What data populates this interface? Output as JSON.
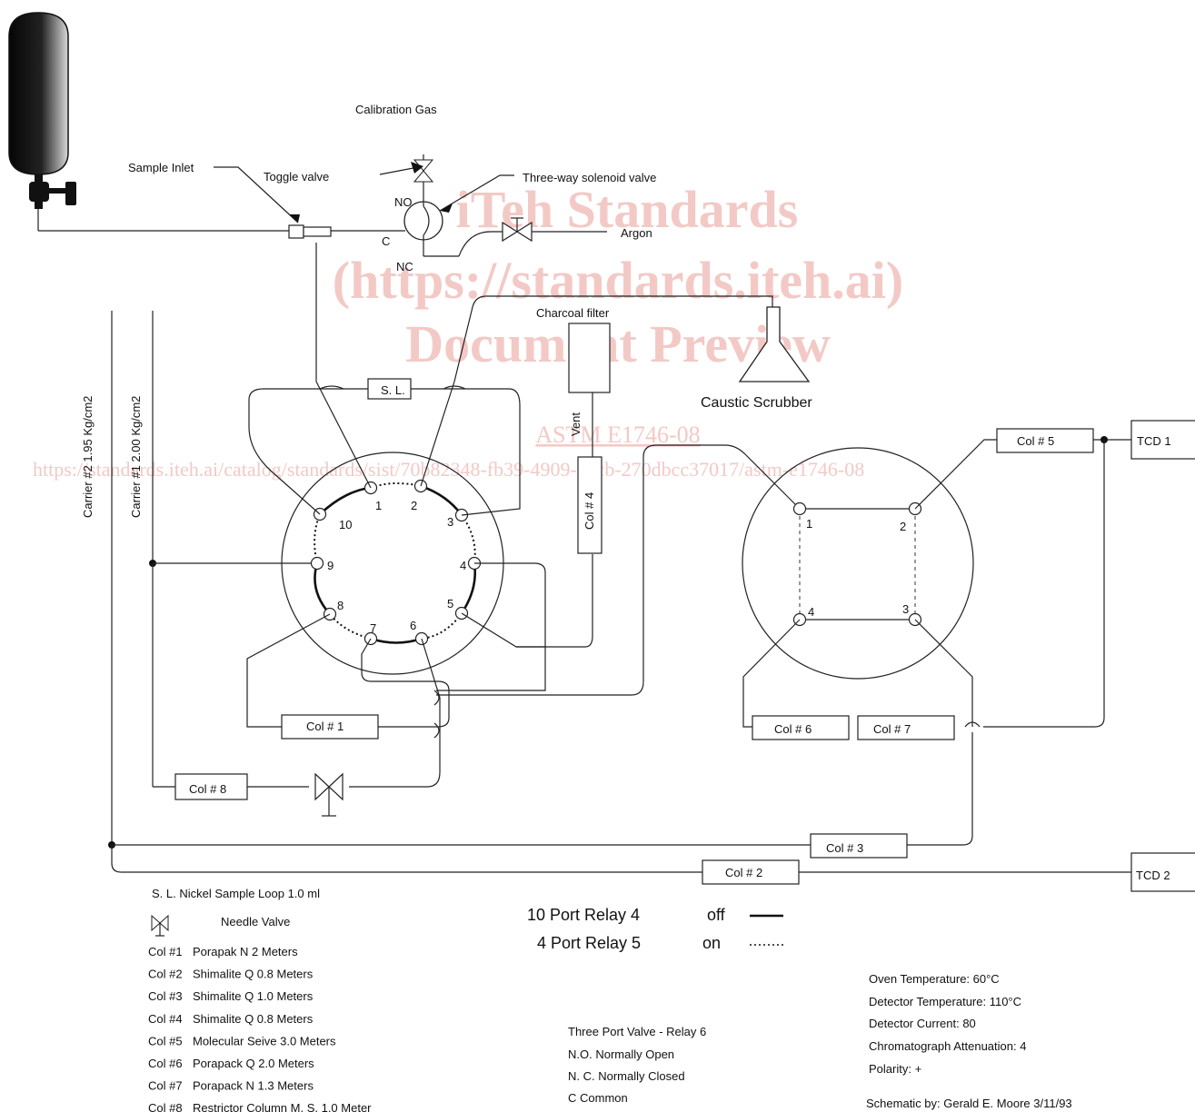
{
  "watermark": {
    "line1": "iTeh Standards",
    "line2": "(https://standards.iteh.ai)",
    "line3": "Document Preview",
    "standard": "ASTM E1746-08",
    "url": "https://standards.iteh.ai/catalog/standards/sist/70b82348-fb39-4909-a4cb-270dbcc37017/astm-e1746-08"
  },
  "labels": {
    "calibration_gas": "Calibration Gas",
    "sample_inlet": "Sample Inlet",
    "toggle_valve": "Toggle valve",
    "three_way": "Three-way solenoid valve",
    "no": "NO",
    "c": "C",
    "nc": "NC",
    "argon": "Argon",
    "charcoal": "Charcoal filter",
    "caustic": "Caustic Scrubber",
    "vent": "Vent",
    "sample_loop": "S. L.",
    "carrier1": "Carrier #1  2.00 Kg/cm2",
    "carrier2": "Carrier #2  1.95 Kg/cm2",
    "tcd1": "TCD 1",
    "tcd2": "TCD 2"
  },
  "columns": {
    "col1": "Col # 1",
    "col2": "Col # 2",
    "col3": "Col # 3",
    "col4": "Col # 4",
    "col5": "Col # 5",
    "col6": "Col # 6",
    "col7": "Col # 7",
    "col8": "Col # 8"
  },
  "valve10_ports": [
    "1",
    "2",
    "3",
    "4",
    "5",
    "6",
    "7",
    "8",
    "9",
    "10"
  ],
  "valve4_ports": [
    "1",
    "2",
    "3",
    "4"
  ],
  "relay": {
    "r1_label": "10 Port Relay 4",
    "r1_state": "off",
    "r2_label": "4 Port Relay 5",
    "r2_state": "on"
  },
  "legend": {
    "sl_line": "S. L.  Nickel Sample Loop 1.0 ml",
    "needle": "Needle Valve",
    "cols": [
      {
        "key": "Col #1",
        "desc": "Porapak N 2 Meters"
      },
      {
        "key": "Col #2",
        "desc": "Shimalite Q 0.8 Meters"
      },
      {
        "key": "Col #3",
        "desc": "Shimalite Q 1.0 Meters"
      },
      {
        "key": "Col #4",
        "desc": "Shimalite Q 0.8 Meters"
      },
      {
        "key": "Col #5",
        "desc": "Molecular Seive 3.0 Meters"
      },
      {
        "key": "Col #6",
        "desc": "Porapack Q 2.0 Meters"
      },
      {
        "key": "Col #7",
        "desc": "Porapack N 1.3 Meters"
      },
      {
        "key": "Col #8",
        "desc": "Restrictor Column M. S. 1.0 Meter"
      }
    ]
  },
  "three_port": {
    "title": "Three Port Valve - Relay 6",
    "no": "N.O.  Normally Open",
    "nc": "N. C. Normally Closed",
    "c": "C   Common"
  },
  "settings": {
    "oven": "Oven Temperature:  60°C",
    "detector_temp": "Detector Temperature:  110°C",
    "current": "Detector Current:  80",
    "attenuation": "Chromatograph Attenuation:  4",
    "polarity": "Polarity:  +",
    "author": "Schematic by:  Gerald E. Moore 3/11/93"
  }
}
